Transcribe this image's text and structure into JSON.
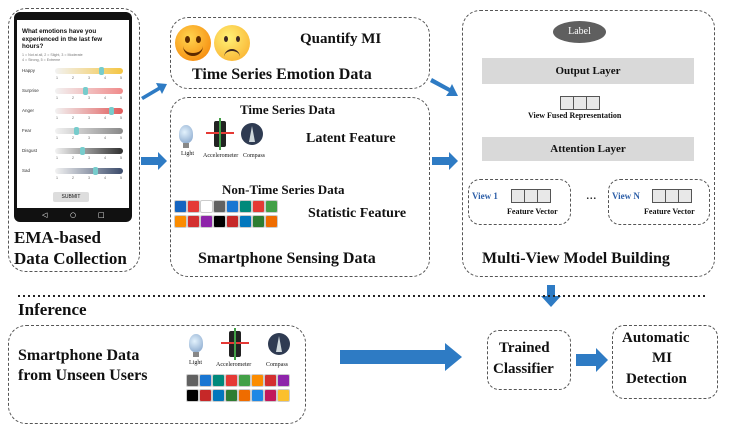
{
  "ema": {
    "question": "What emotions have you experienced in the last few hours?",
    "scale_hint_1": "1 = Not at all, 2 = Slight, 3 = Moderate",
    "scale_hint_2": "4 = Strong, 5 = Extreme",
    "emotions": [
      {
        "name": "Happy",
        "color": "#f4c542",
        "level": 0.7
      },
      {
        "name": "Surprise",
        "color": "#f08a8a",
        "level": 0.45
      },
      {
        "name": "Anger",
        "color": "#e05a5a",
        "level": 0.85
      },
      {
        "name": "Fear",
        "color": "#888888",
        "level": 0.3
      },
      {
        "name": "Disgust",
        "color": "#2f2f2f",
        "level": 0.4
      },
      {
        "name": "Sad",
        "color": "#3a4a6a",
        "level": 0.6
      }
    ],
    "ticks": [
      "1",
      "2",
      "3",
      "4",
      "5"
    ],
    "submit": "SUBMIT",
    "caption_line1": "EMA-based",
    "caption_line2": "Data Collection"
  },
  "emotion_panel": {
    "quantify": "Quantify MI",
    "title": "Time Series Emotion Data"
  },
  "sensing_panel": {
    "ts_title": "Time Series Data",
    "sensor_labels": [
      "Light",
      "Accelerometer",
      "Compass"
    ],
    "latent": "Latent Feature",
    "nts_title": "Non-Time Series Data",
    "statistic": "Statistic Feature",
    "title": "Smartphone Sensing Data"
  },
  "model_panel": {
    "label": "Label",
    "output_layer": "Output  Layer",
    "fused": "View Fused Representation",
    "attention": "Attention Layer",
    "view1": "View 1",
    "viewN": "View N",
    "feature_vector": "Feature Vector",
    "ellipsis": "...",
    "title": "Multi-View Model Building"
  },
  "inference": {
    "heading": "Inference",
    "unseen_line1": "Smartphone Data",
    "unseen_line2": "from Unseen Users",
    "sensor_labels": [
      "Light",
      "Accelerometer",
      "Compass"
    ],
    "trained_line1": "Trained",
    "trained_line2": "Classifier",
    "auto_line1": "Automatic",
    "auto_line2": "MI",
    "auto_line3": "Detection"
  },
  "colors": {
    "arrow": "#2e7bc4",
    "view_label": "#2d5fa8",
    "layer_bg": "#d9d9d9",
    "label_node": "#5f5f5f"
  },
  "app_icon_colors": [
    "#1565c0",
    "#e53935",
    "#ffffff",
    "#616161",
    "#1976d2",
    "#00897b",
    "#e53935",
    "#43a047",
    "#fb8c00",
    "#d32f2f",
    "#8e24aa",
    "#000000",
    "#c62828",
    "#0277bd",
    "#2e7d32",
    "#ef6c00",
    "#1e88e5",
    "#c2185b",
    "#fbc02d",
    "#00838f",
    "#455a64",
    "#6d4c41",
    "#7b1fa2",
    "#424242"
  ]
}
